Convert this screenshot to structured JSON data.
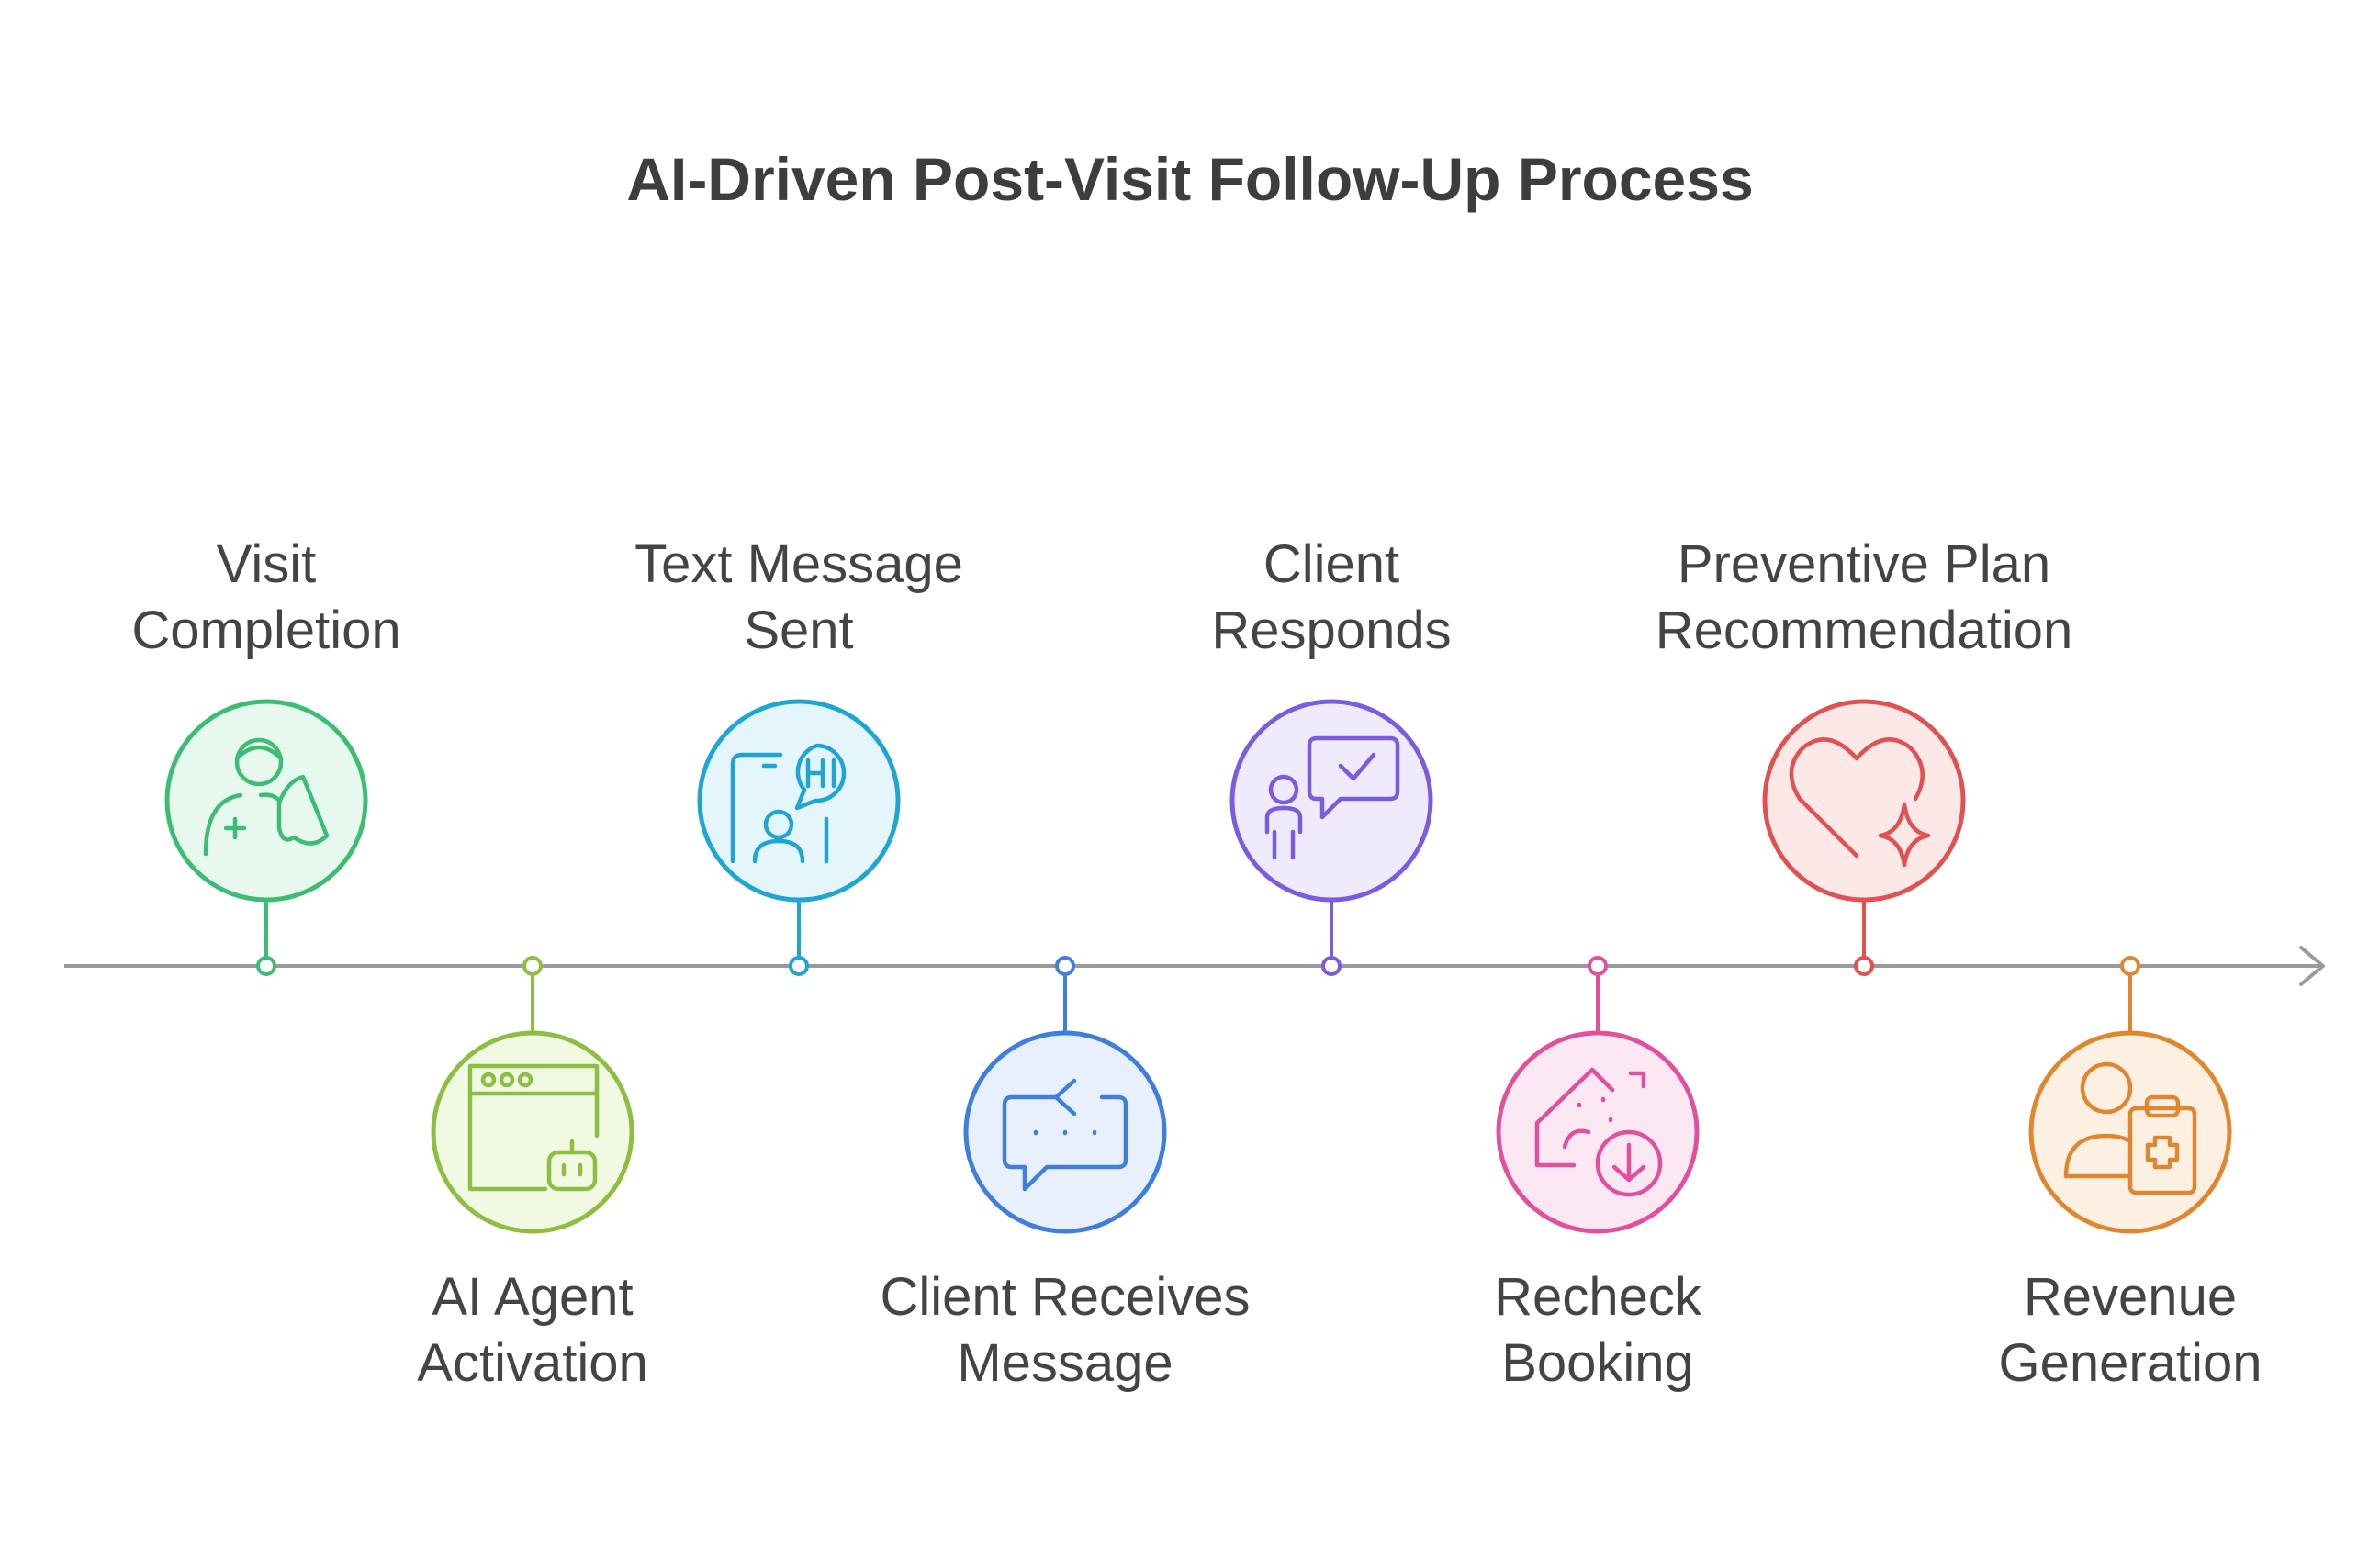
{
  "title": "AI-Driven Post-Visit Follow-Up Process",
  "steps": [
    {
      "id": "visit-completion",
      "lines": [
        "Visit",
        "Completion"
      ],
      "position": "top",
      "color": "#3dbd74",
      "fill": "#e7f8ee",
      "icon": "doctor-icon"
    },
    {
      "id": "ai-agent-activation",
      "lines": [
        "AI Agent",
        "Activation"
      ],
      "position": "bottom",
      "color": "#8cbf3f",
      "fill": "#f1f9e3",
      "icon": "browser-bot-icon"
    },
    {
      "id": "text-message-sent",
      "lines": [
        "Text Message",
        "Sent"
      ],
      "position": "top",
      "color": "#1ea5d3",
      "fill": "#e4f6fc",
      "icon": "phone-hi-message-icon"
    },
    {
      "id": "client-receives-message",
      "lines": [
        "Client Receives",
        "Message"
      ],
      "position": "bottom",
      "color": "#3e7fdc",
      "fill": "#e7f0fc",
      "icon": "chat-dots-icon"
    },
    {
      "id": "client-responds",
      "lines": [
        "Client",
        "Responds"
      ],
      "position": "top",
      "color": "#7b5ce0",
      "fill": "#efebfc",
      "icon": "person-check-chat-icon"
    },
    {
      "id": "recheck-booking",
      "lines": [
        "Recheck",
        "Booking"
      ],
      "position": "bottom",
      "color": "#e0509e",
      "fill": "#fce8f3",
      "icon": "house-download-icon"
    },
    {
      "id": "preventive-plan-recommendation",
      "lines": [
        "Preventive Plan",
        "Recommendation"
      ],
      "position": "top",
      "color": "#e05252",
      "fill": "#fde8e8",
      "icon": "heart-sparkle-icon"
    },
    {
      "id": "revenue-generation",
      "lines": [
        "Revenue",
        "Generation"
      ],
      "position": "bottom",
      "color": "#e0862e",
      "fill": "#fcf0e3",
      "icon": "person-clipboard-icon"
    }
  ],
  "colors": {
    "timeline": "#9a9a9a",
    "title": "#3d3d3d",
    "text": "#444444"
  }
}
